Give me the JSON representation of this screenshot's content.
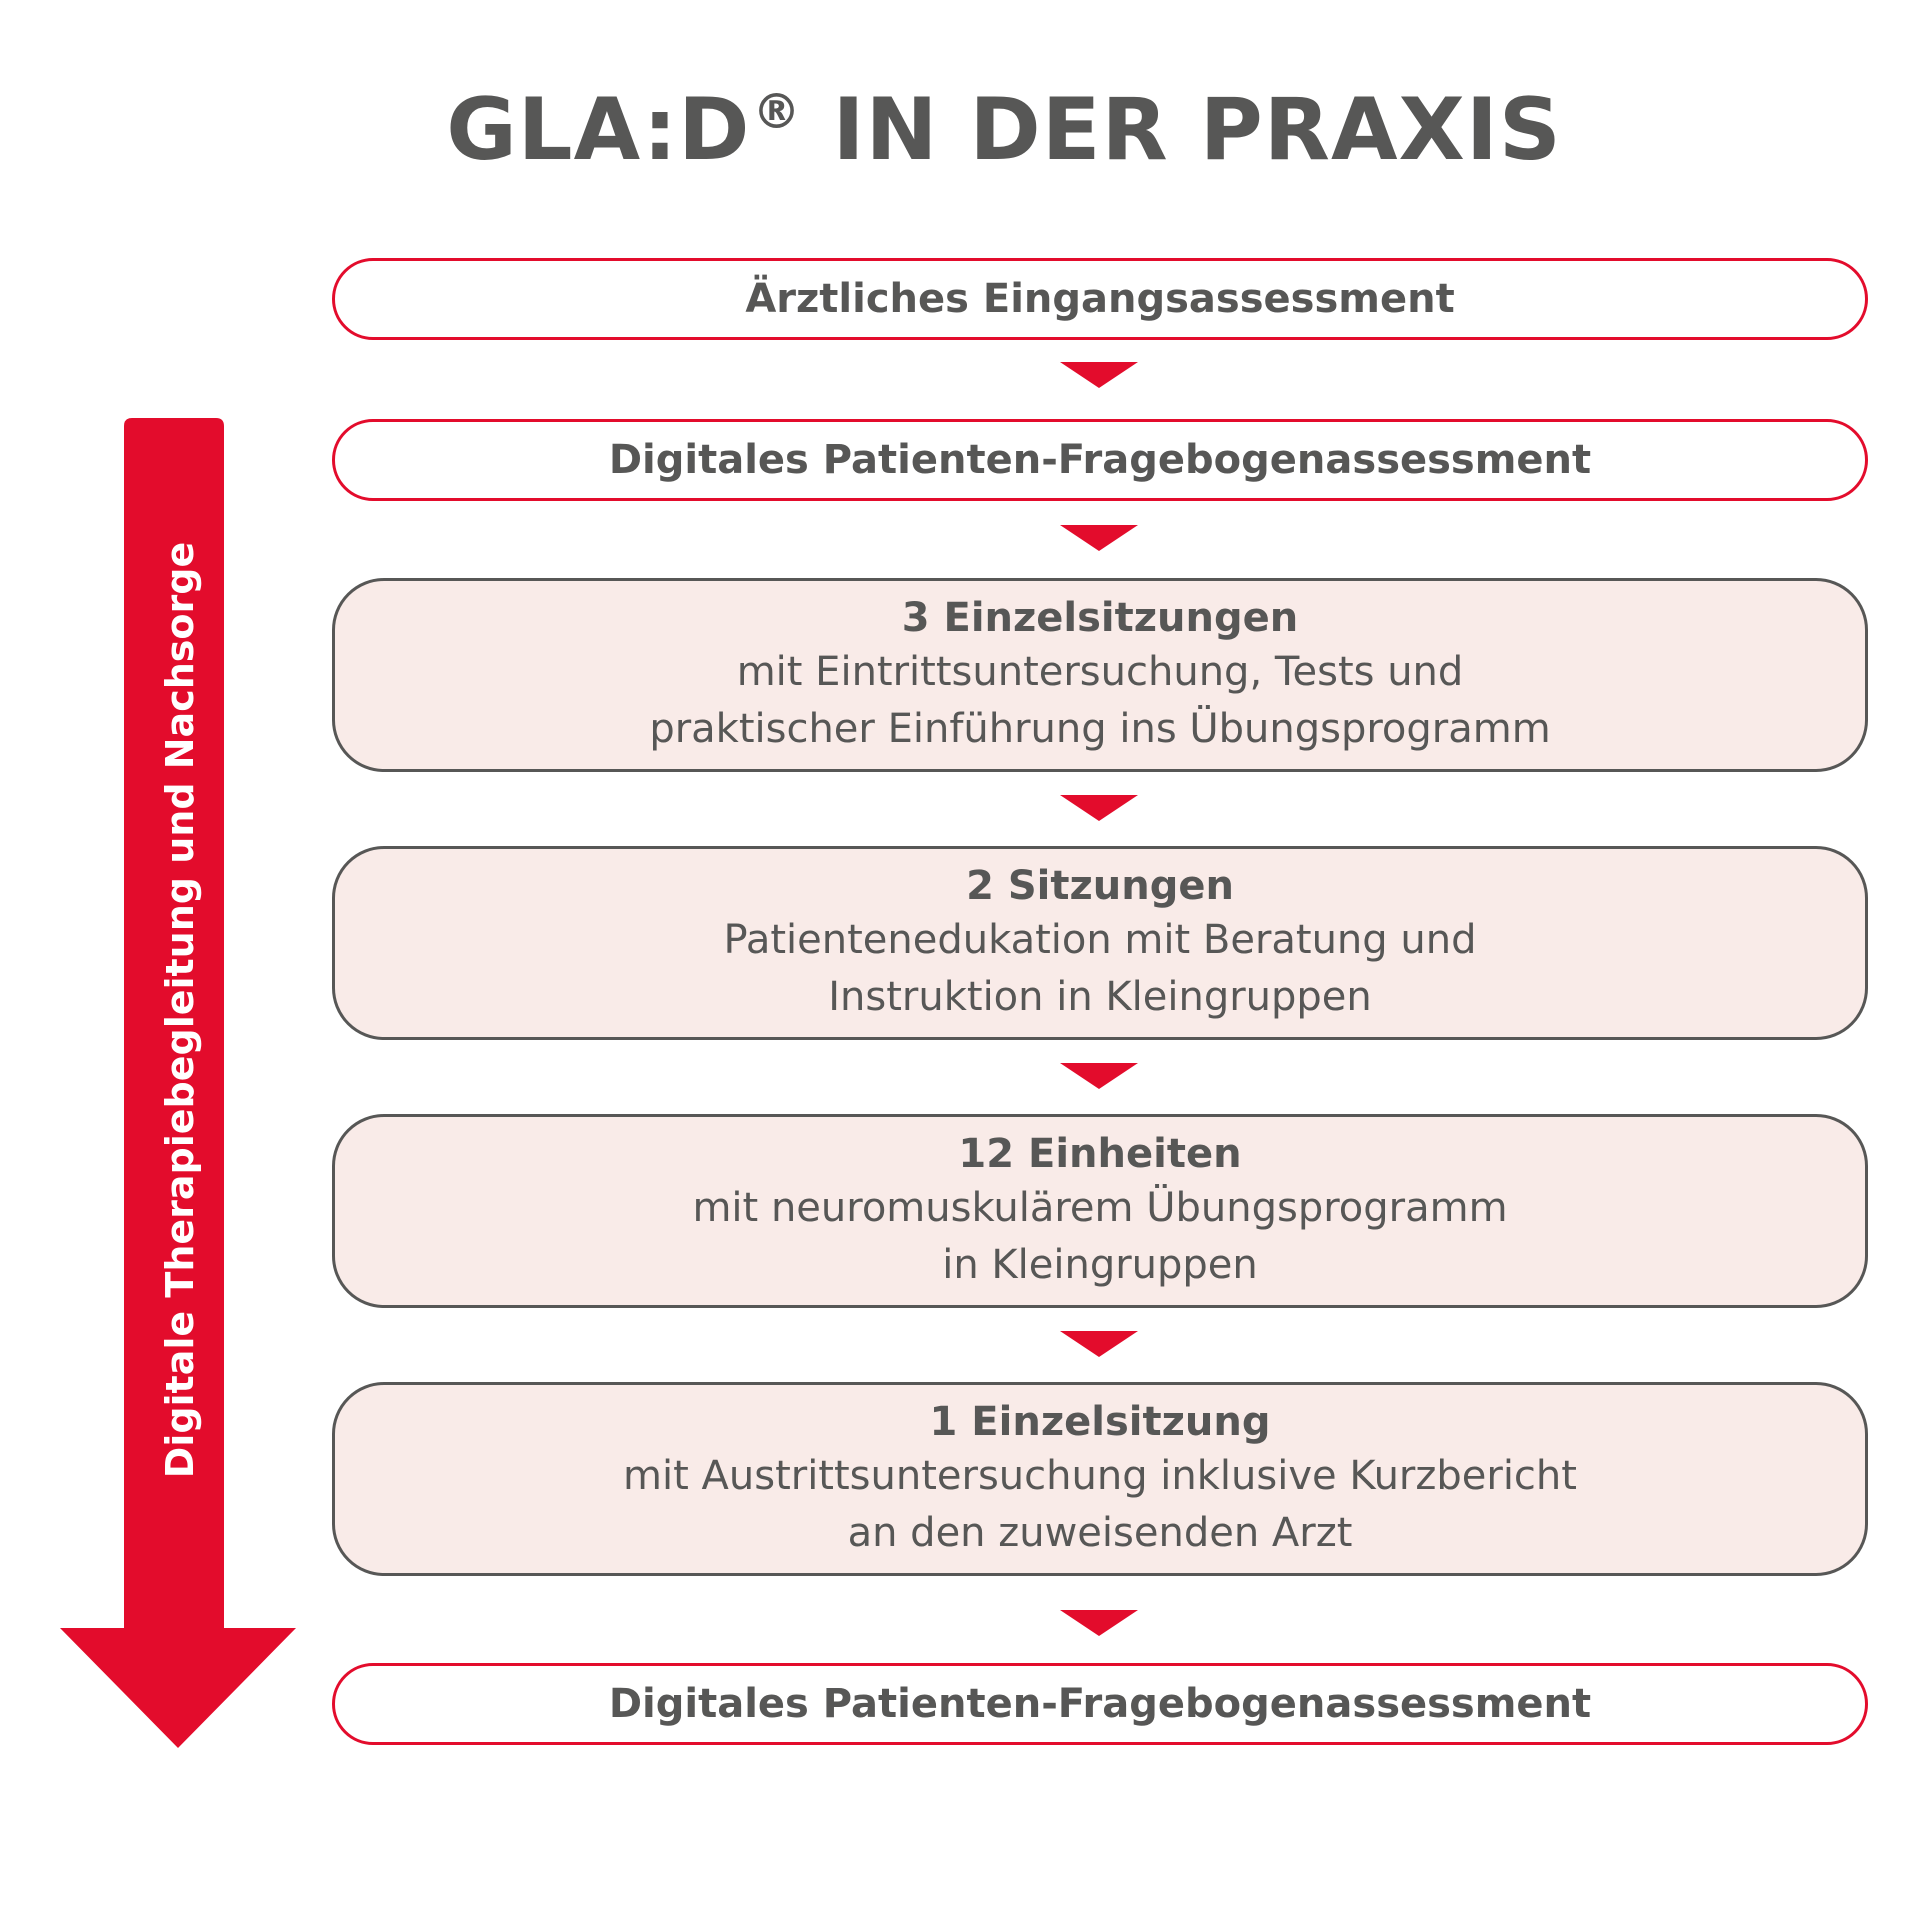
{
  "title": {
    "text": "GLA:D",
    "mark": "®",
    "suffix": "IN DER PRAXIS"
  },
  "side_arrow": {
    "label": "Digitale Therapiebegleitung und Nachsorge",
    "color": "#e30c2c"
  },
  "steps": [
    {
      "head": "Ärztliches Eingangsassessment"
    },
    {
      "head": "Digitales Patienten-Fragebogenassessment"
    },
    {
      "head": "3 Einzelsitzungen",
      "lines": [
        "mit Eintrittsuntersuchung, Tests und",
        "praktischer Einführung ins Übungsprogramm"
      ]
    },
    {
      "head": "2 Sitzungen",
      "lines": [
        "Patientenedukation mit Beratung und",
        "Instruktion in Kleingruppen"
      ]
    },
    {
      "head": "12 Einheiten",
      "lines": [
        "mit neuromuskulärem Übungsprogramm",
        "in Kleingruppen"
      ]
    },
    {
      "head": "1 Einzelsitzung",
      "lines": [
        "mit Austrittsuntersuchung inklusive Kurzbericht",
        "an den zuweisenden Arzt"
      ]
    },
    {
      "head": "Digitales Patienten-Fragebogenassessment"
    }
  ],
  "colors": {
    "accent": "#e30c2c",
    "text": "#575756",
    "box_fill": "#f9ebe8"
  }
}
